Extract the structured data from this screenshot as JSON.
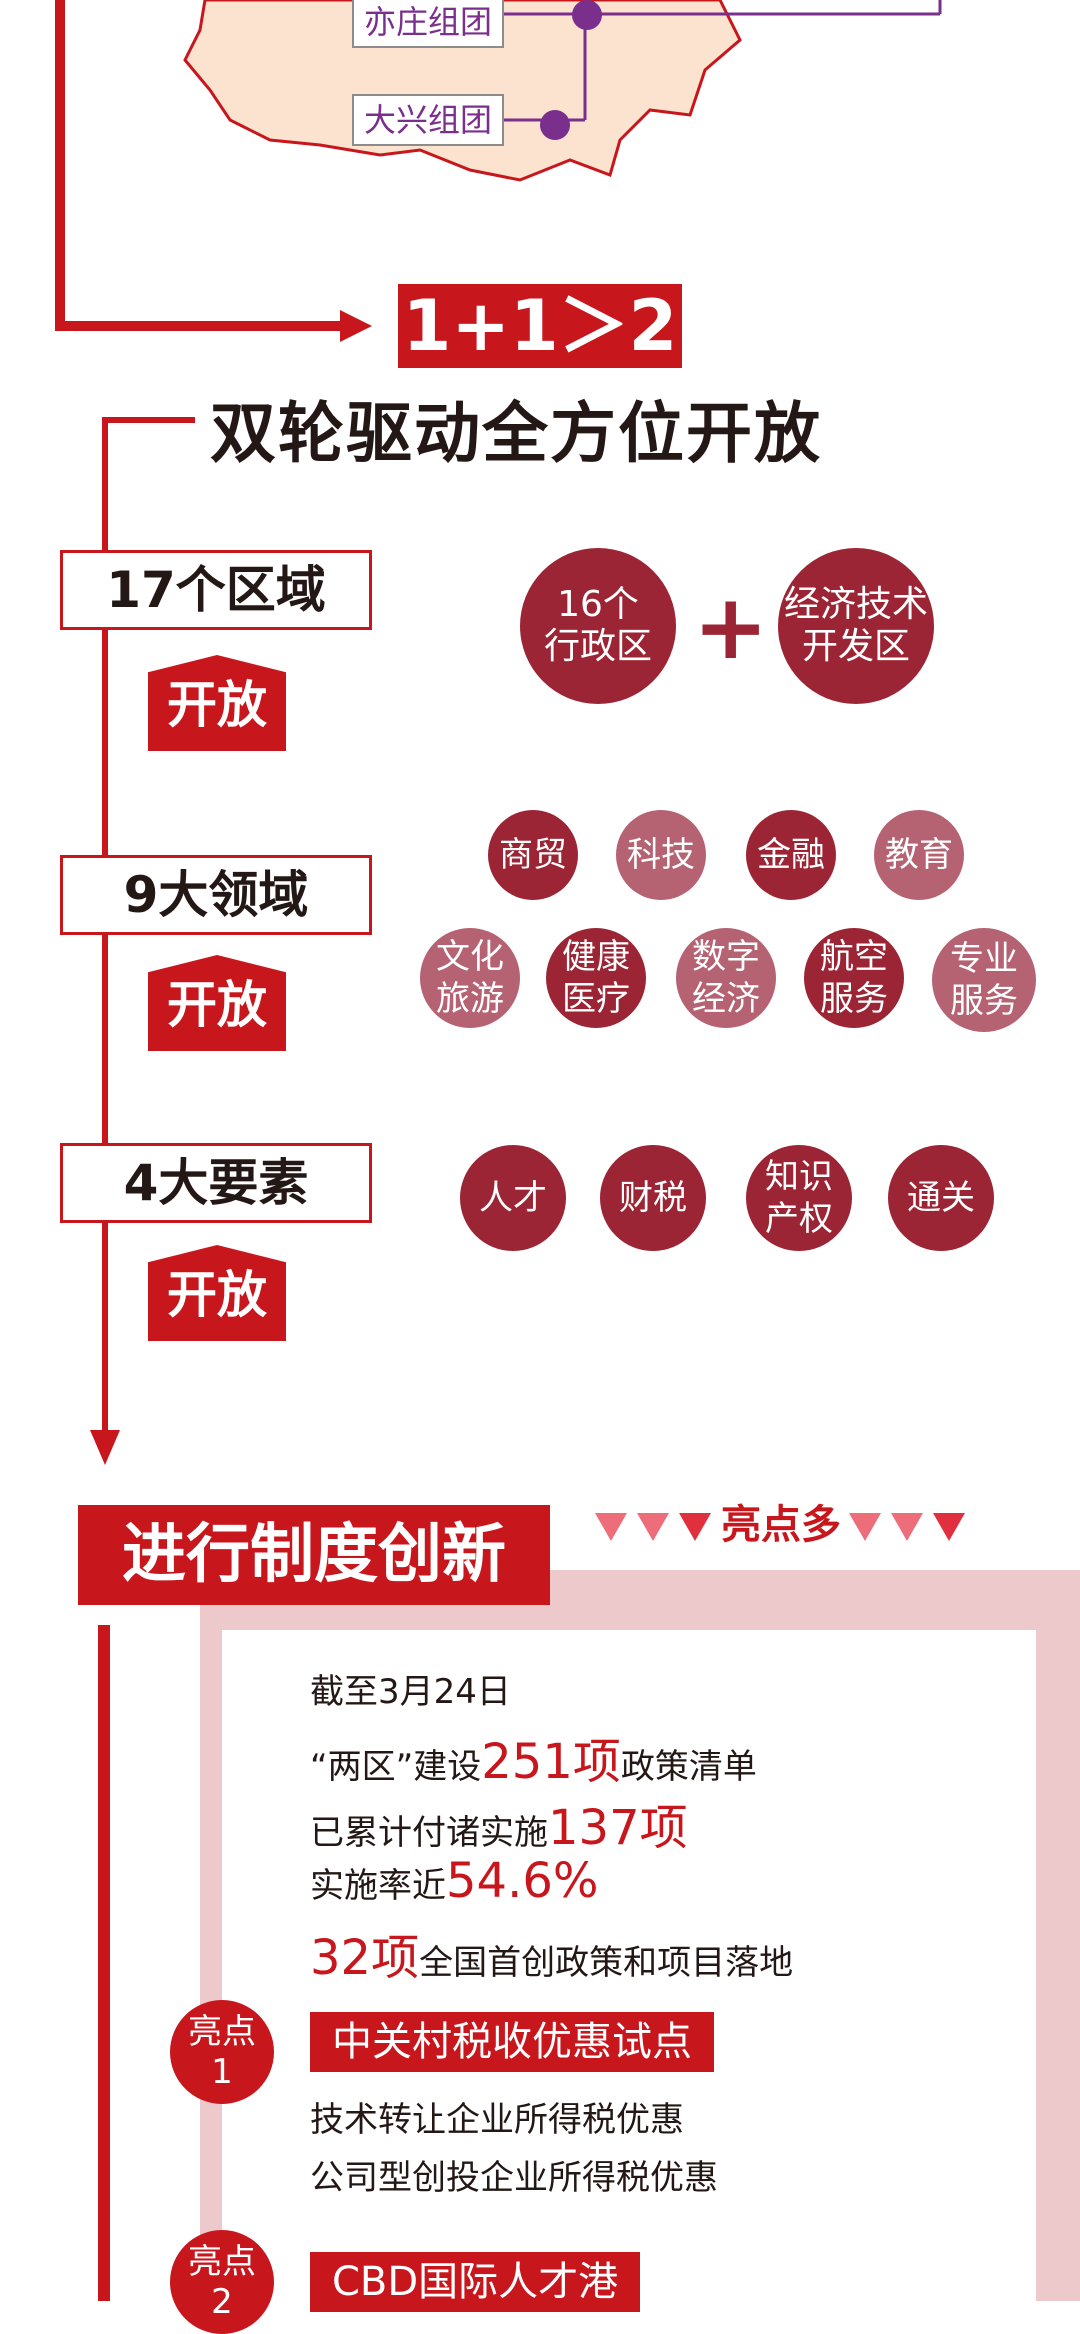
{
  "map": {
    "groups": [
      {
        "label": "亦庄组团"
      },
      {
        "label": "大兴组团"
      }
    ]
  },
  "formula": "1+1＞2",
  "heading": "双轮驱动全方位开放",
  "categories": [
    {
      "label": "17个区域",
      "tag": "开放"
    },
    {
      "label": "9大领域",
      "tag": "开放"
    },
    {
      "label": "4大要素",
      "tag": "开放"
    }
  ],
  "regions": [
    "16个\n行政区",
    "经济技术\n开发区"
  ],
  "plus": "+",
  "fields": [
    "商贸",
    "科技",
    "金融",
    "教育",
    "文化\n旅游",
    "健康\n医疗",
    "数字\n经济",
    "航空\n服务",
    "专业\n服务"
  ],
  "elements": [
    "人才",
    "财税",
    "知识\n产权",
    "通关"
  ],
  "innovation": {
    "title": "进行制度创新",
    "highlights_tag": "亮点多",
    "date_line": "截至3月24日",
    "line2_prefix": "“两区”建设",
    "line2_num": "251项",
    "line2_suffix": "政策清单",
    "line3_prefix": "已累计付诸实施",
    "line3_num": "137项",
    "line4_prefix": "实施率近",
    "line4_num": "54.6%",
    "line5_num": "32项",
    "line5_suffix": "全国首创政策和项目落地",
    "points": [
      {
        "badge_a": "亮点",
        "badge_b": "1",
        "title": "中关村税收优惠试点",
        "lines": [
          "技术转让企业所得税优惠",
          "公司型创投企业所得税优惠"
        ]
      },
      {
        "badge_a": "亮点",
        "badge_b": "2",
        "title": "CBD国际人才港",
        "lines": []
      }
    ]
  },
  "colors": {
    "brand_red": "#c8161d",
    "wine": "#9c2535",
    "purple": "#7a2f8c",
    "map_fill": "#fbe3cf"
  }
}
